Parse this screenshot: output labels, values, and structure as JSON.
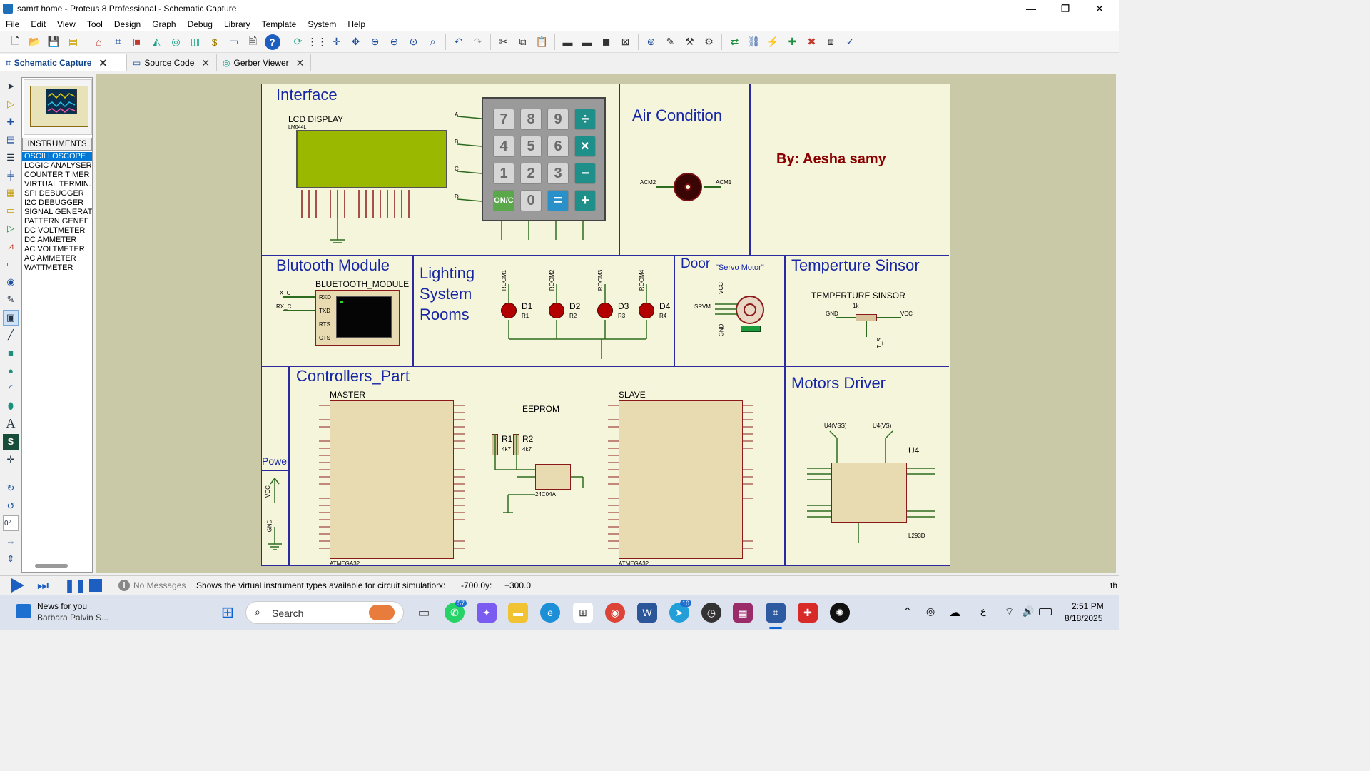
{
  "window": {
    "title": "samrt home - Proteus 8 Professional - Schematic Capture",
    "min": "—",
    "max": "❐",
    "close": "✕"
  },
  "menu": [
    "File",
    "Edit",
    "View",
    "Tool",
    "Design",
    "Graph",
    "Debug",
    "Library",
    "Template",
    "System",
    "Help"
  ],
  "tabs": [
    {
      "label": "Schematic Capture"
    },
    {
      "label": "Source Code"
    },
    {
      "label": "Gerber Viewer"
    }
  ],
  "instruments": {
    "header": "INSTRUMENTS",
    "items": [
      "OSCILLOSCOPE",
      "LOGIC ANALYSER",
      "COUNTER TIMER",
      "VIRTUAL TERMIN.",
      "SPI DEBUGGER",
      "I2C DEBUGGER",
      "SIGNAL GENERAT",
      "PATTERN GENEF",
      "DC VOLTMETER",
      "DC AMMETER",
      "AC VOLTMETER",
      "AC AMMETER",
      "WATTMETER"
    ]
  },
  "palette_angle": "0°",
  "schematic": {
    "interface": {
      "title": "Interface",
      "lcd_label": "LCD DISPLAY",
      "lcd_part": "LM044L",
      "rows": [
        "A",
        "B",
        "C",
        "D"
      ],
      "keys": [
        "7",
        "8",
        "9",
        "÷",
        "4",
        "5",
        "6",
        "×",
        "1",
        "2",
        "3",
        "−",
        "ON/C",
        "0",
        "=",
        "+"
      ]
    },
    "air": {
      "title": "Air Condition",
      "acm2": "ACM2",
      "acm1": "ACM1"
    },
    "author": "By: Aesha samy",
    "bluetooth": {
      "title": "Blutooth Module",
      "module": "BLUETOOTH_MODULE",
      "pins": [
        "RXD",
        "TXD",
        "RTS",
        "CTS"
      ],
      "tx": "TX_C",
      "rx": "RX_C"
    },
    "lighting": {
      "title_lines": [
        "Lighting",
        "System",
        "Rooms"
      ],
      "leds": [
        {
          "name": "D1",
          "r": "R1",
          "room": "ROOM1"
        },
        {
          "name": "D2",
          "r": "R2",
          "room": "ROOM2"
        },
        {
          "name": "D3",
          "r": "R3",
          "room": "ROOM3"
        },
        {
          "name": "D4",
          "r": "R4",
          "room": "ROOM4"
        }
      ]
    },
    "door": {
      "title": "Door",
      "sub": "\"Servo Motor\"",
      "vcc": "VCC",
      "srvm": "SRVM",
      "gnd": "GND"
    },
    "temp": {
      "title": "Temperture Sinsor",
      "label": "TEMPERTURE SINSOR",
      "gnd": "GND",
      "vcc": "VCC",
      "ts": "T_S",
      "k": "1k"
    },
    "controllers": {
      "title": "Controllers_Part",
      "master": "MASTER",
      "slave": "SLAVE",
      "chip": "ATMEGA32",
      "eeprom": "EEPROM",
      "eeprom_part": "24C04A",
      "r1": "R1",
      "r2": "R2",
      "r1v": "4k7",
      "r2v": "4k7"
    },
    "power": {
      "title": "Power",
      "vcc": "VCC",
      "gnd": "GND"
    },
    "motors": {
      "title": "Motors Driver",
      "u": "U4",
      "part": "L293D",
      "vss": "U4(VSS)",
      "vs": "U4(VS)"
    }
  },
  "status": {
    "messages": "No Messages",
    "hint": "Shows the virtual instrument types available for circuit simulation.",
    "x_label": "x:",
    "x": "-700.0",
    "y_label": "y:",
    "y": "+300.0",
    "th": "th"
  },
  "taskbar": {
    "news_title": "News for you",
    "news_sub": "Barbara Palvin S...",
    "search": "Search",
    "time": "2:51 PM",
    "date": "8/18/2025",
    "badge1": "57",
    "badge2": "10"
  }
}
